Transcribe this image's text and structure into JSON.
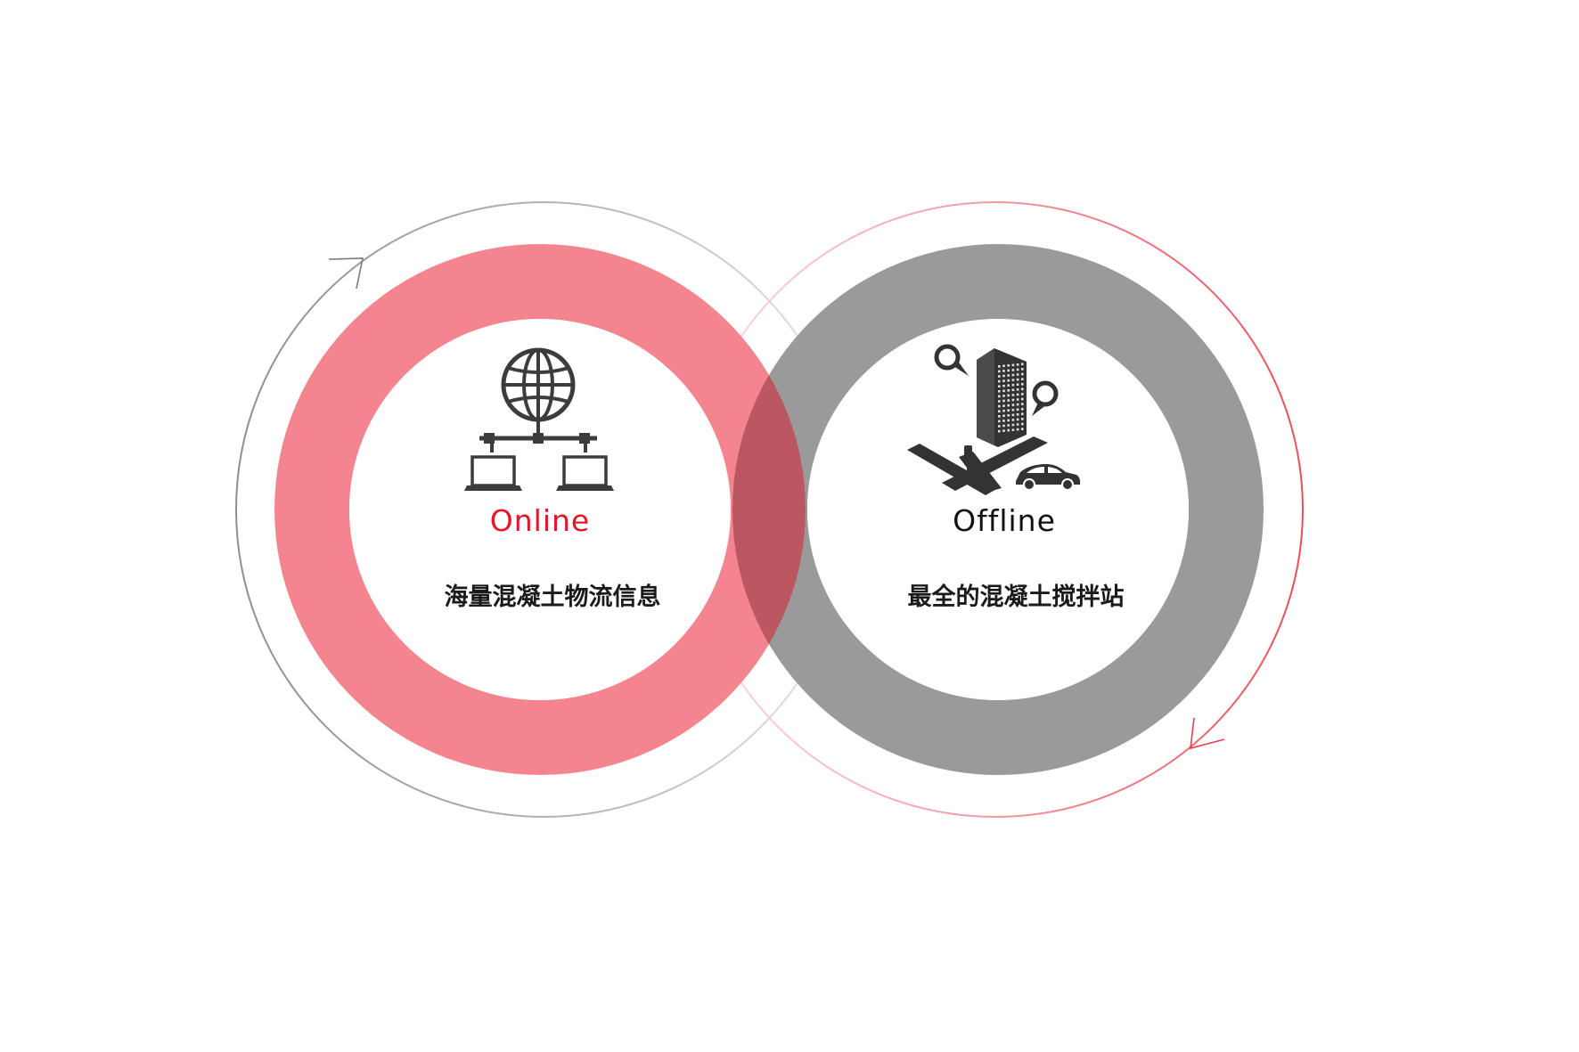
{
  "online": {
    "title": "Online",
    "description": "海量混凝土物流信息",
    "title_color": "#e0182a",
    "ring_color": "#f4858e",
    "icon": "globe-network-icon"
  },
  "offline": {
    "title": "Offline",
    "description": "最全的混凝土搅拌站",
    "title_color": "#111111",
    "ring_color": "#9a9a9a",
    "icon": "city-building-map-icon"
  },
  "overlap_color": "#bb5760",
  "orbit_colors": {
    "left": "#9a9a9a",
    "right": "#ee6f78"
  }
}
